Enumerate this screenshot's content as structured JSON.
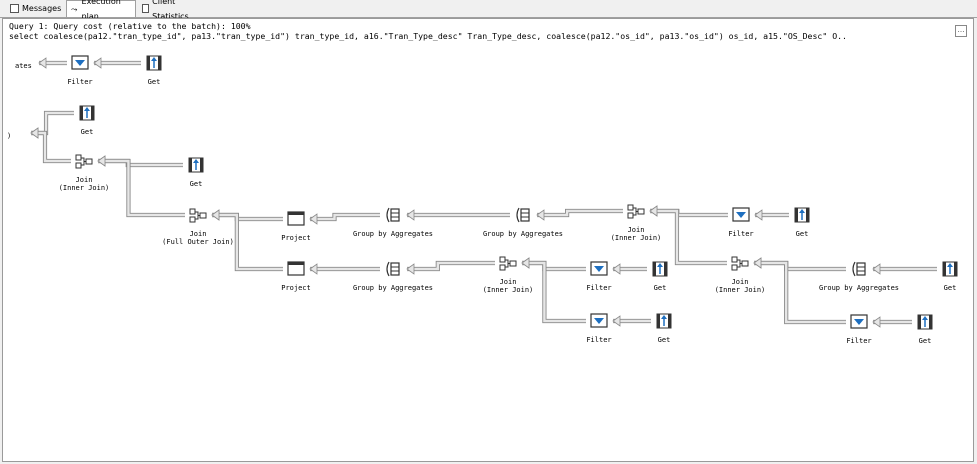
{
  "tabs": [
    {
      "label": "Messages",
      "icon": "messages-icon"
    },
    {
      "label": "Execution plan",
      "icon": "execution-plan-icon"
    },
    {
      "label": "Client Statistics",
      "icon": "client-statistics-icon"
    }
  ],
  "active_tab": 1,
  "plan": {
    "query_header": "Query 1: Query cost (relative to the batch): 100%",
    "query_text": "select coalesce(pa12.\"tran_type_id\", pa13.\"tran_type_id\") tran_type_id, a16.\"Tran_Type_desc\" Tran_Type_desc, coalesce(pa12.\"os_id\", pa13.\"os_id\") os_id, a15.\"OS_Desc\" O..",
    "expand_label": "…",
    "nodes": [
      {
        "id": "n1",
        "icon": "get",
        "label": "Get"
      },
      {
        "id": "n2",
        "icon": "filter",
        "label": "Filter"
      },
      {
        "id": "n3",
        "icon": "partial",
        "label": "ates"
      },
      {
        "id": "n4",
        "icon": "get",
        "label": "Get"
      },
      {
        "id": "n5",
        "icon": "partial",
        "label": ")"
      },
      {
        "id": "n6",
        "icon": "join",
        "label": "Join",
        "label2": "(Inner Join)"
      },
      {
        "id": "n7",
        "icon": "get",
        "label": "Get"
      },
      {
        "id": "n8",
        "icon": "join",
        "label": "Join",
        "label2": "(Full Outer Join)"
      },
      {
        "id": "n9",
        "icon": "project",
        "label": "Project"
      },
      {
        "id": "n10",
        "icon": "group",
        "label": "Group by Aggregates"
      },
      {
        "id": "n11",
        "icon": "group",
        "label": "Group by Aggregates"
      },
      {
        "id": "n12",
        "icon": "join",
        "label": "Join",
        "label2": "(Inner Join)"
      },
      {
        "id": "n13",
        "icon": "filter",
        "label": "Filter"
      },
      {
        "id": "n14",
        "icon": "get",
        "label": "Get"
      },
      {
        "id": "n15",
        "icon": "project",
        "label": "Project"
      },
      {
        "id": "n16",
        "icon": "group",
        "label": "Group by Aggregates"
      },
      {
        "id": "n17",
        "icon": "join",
        "label": "Join",
        "label2": "(Inner Join)"
      },
      {
        "id": "n18",
        "icon": "filter",
        "label": "Filter"
      },
      {
        "id": "n19",
        "icon": "get",
        "label": "Get"
      },
      {
        "id": "n20",
        "icon": "join",
        "label": "Join",
        "label2": "(Inner Join)"
      },
      {
        "id": "n21",
        "icon": "group",
        "label": "Group by Aggregates"
      },
      {
        "id": "n22",
        "icon": "get",
        "label": "Get"
      },
      {
        "id": "n23",
        "icon": "filter",
        "label": "Filter"
      },
      {
        "id": "n24",
        "icon": "get",
        "label": "Get"
      },
      {
        "id": "n25",
        "icon": "filter",
        "label": "Filter"
      },
      {
        "id": "n26",
        "icon": "get",
        "label": "Get"
      }
    ],
    "edges": [
      [
        "n1",
        "n2"
      ],
      [
        "n2",
        "n3"
      ],
      [
        "n4",
        "n5"
      ],
      [
        "n6",
        "n5"
      ],
      [
        "n7",
        "n6"
      ],
      [
        "n8",
        "n6"
      ],
      [
        "n9",
        "n8"
      ],
      [
        "n15",
        "n8"
      ],
      [
        "n10",
        "n9"
      ],
      [
        "n11",
        "n10"
      ],
      [
        "n12",
        "n11"
      ],
      [
        "n13",
        "n12"
      ],
      [
        "n14",
        "n13"
      ],
      [
        "n20",
        "n12"
      ],
      [
        "n16",
        "n15"
      ],
      [
        "n17",
        "n16"
      ],
      [
        "n18",
        "n17"
      ],
      [
        "n19",
        "n18"
      ],
      [
        "n23",
        "n17"
      ],
      [
        "n24",
        "n23"
      ],
      [
        "n21",
        "n20"
      ],
      [
        "n22",
        "n21"
      ],
      [
        "n25",
        "n20"
      ],
      [
        "n26",
        "n25"
      ]
    ]
  },
  "colors": {
    "accent": "#1e6fc0",
    "connector": "#e4e4e4",
    "connector_border": "#8a8a8a"
  }
}
